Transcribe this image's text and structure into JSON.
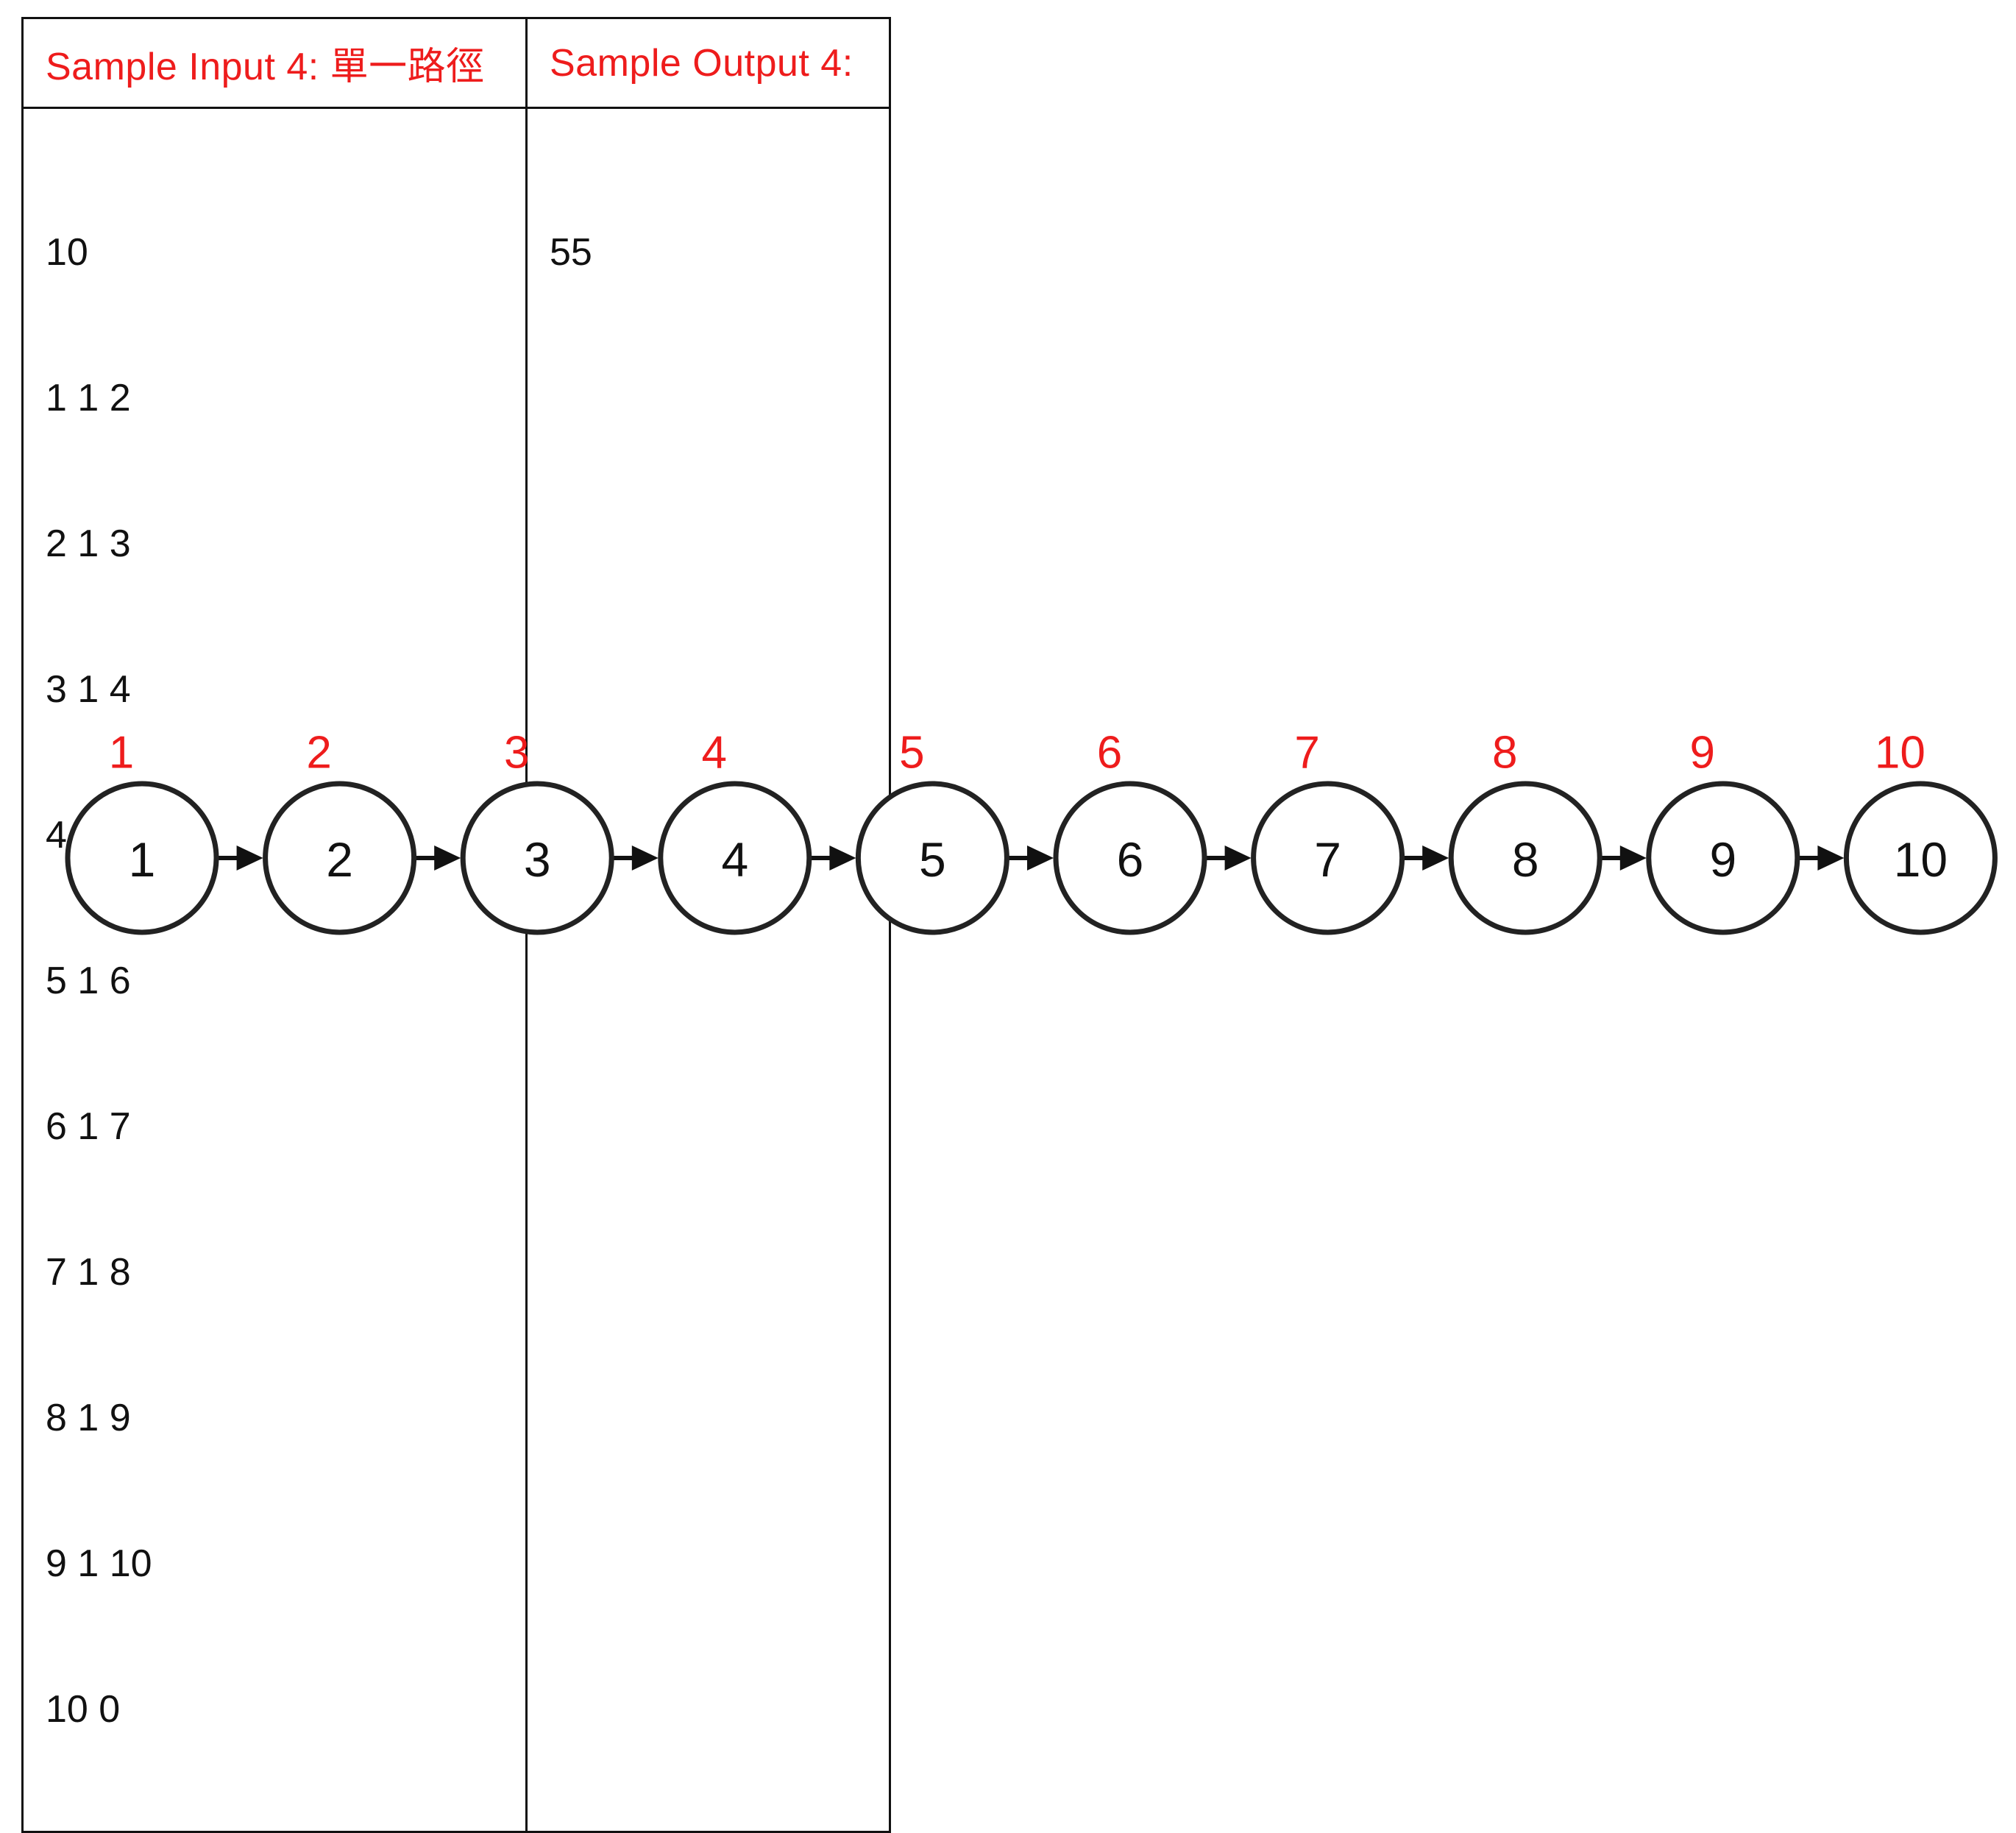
{
  "sample": {
    "input_header": "Sample Input 4: 單一路徑",
    "output_header": "Sample Output 4:",
    "input_lines": [
      "10",
      "1 1 2",
      "2 1 3",
      "3 1 4",
      "4 1 5",
      "5 1 6",
      "6 1 7",
      "7 1 8",
      "8 1 9",
      "9 1 10",
      "10 0"
    ],
    "output_lines": [
      "55"
    ]
  },
  "graph": {
    "node_labels": [
      "1",
      "2",
      "3",
      "4",
      "5",
      "6",
      "7",
      "8",
      "9",
      "10"
    ],
    "node_index_labels": [
      "1",
      "2",
      "3",
      "4",
      "5",
      "6",
      "7",
      "8",
      "9",
      "10"
    ],
    "edges": [
      [
        1,
        2
      ],
      [
        2,
        3
      ],
      [
        3,
        4
      ],
      [
        4,
        5
      ],
      [
        5,
        6
      ],
      [
        6,
        7
      ],
      [
        7,
        8
      ],
      [
        8,
        9
      ],
      [
        9,
        10
      ]
    ],
    "index_label_color": "#ee1c1c",
    "node_stroke_color": "#222222"
  }
}
